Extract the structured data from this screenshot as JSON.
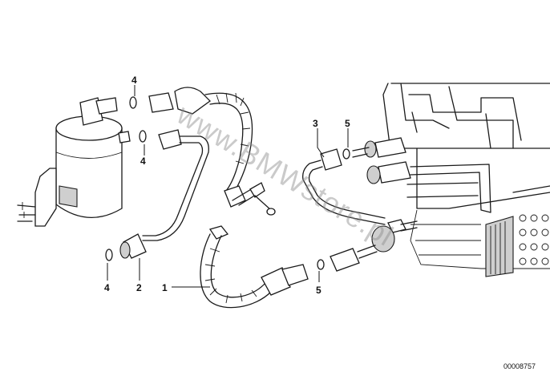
{
  "callouts": {
    "c4_top": "4",
    "c4_mid": "4",
    "c4_bottom": "4",
    "c2": "2",
    "c1": "1",
    "c3": "3",
    "c5_top": "5",
    "c5_bottom": "5"
  },
  "watermark": "www.BMWstore.pl",
  "doc_number": "00008757"
}
